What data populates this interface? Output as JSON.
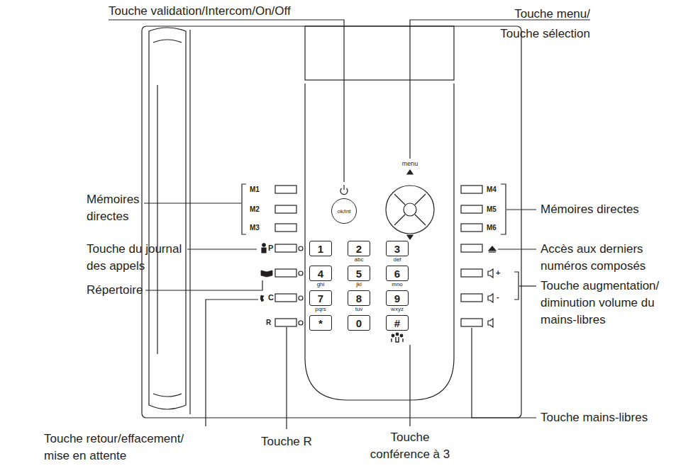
{
  "diagram": {
    "nodes": [
      {
        "text": [
          "ok/int"
        ]
      },
      {
        "text": [
          "1"
        ]
      },
      {
        "text": [
          "2",
          "abc"
        ]
      },
      {
        "text": [
          "3",
          "def"
        ]
      },
      {
        "text": [
          "4",
          "ghi"
        ]
      },
      {
        "text": [
          "5",
          "jkl"
        ]
      },
      {
        "text": [
          "6",
          "mno"
        ]
      },
      {
        "text": [
          "7",
          "pqrs"
        ]
      },
      {
        "text": [
          "8",
          "tuv"
        ]
      },
      {
        "text": [
          "9",
          "wxyz"
        ]
      },
      {
        "text": [
          "*"
        ]
      },
      {
        "text": [
          "0"
        ]
      },
      {
        "text": [
          "#"
        ]
      }
    ],
    "labels": [
      "Touche validation/Intercom/On/Off",
      "Touche menu/ Touche sélection",
      "Mémoires directes",
      "Mémoires directes",
      "Touche du journal des appels",
      "Accès aux derniers numéros composés",
      "Répertoire",
      "Touche augmentation/ diminution volume du mains-libres",
      "Touche mains-libres",
      "Touche retour/effacement/ mise en attente",
      "Touche R",
      "Touche conférence à 3",
      "M1",
      "M2",
      "M3",
      "M4",
      "M5",
      "M6",
      "menu",
      "P",
      "C",
      "R",
      "+",
      "-"
    ]
  }
}
